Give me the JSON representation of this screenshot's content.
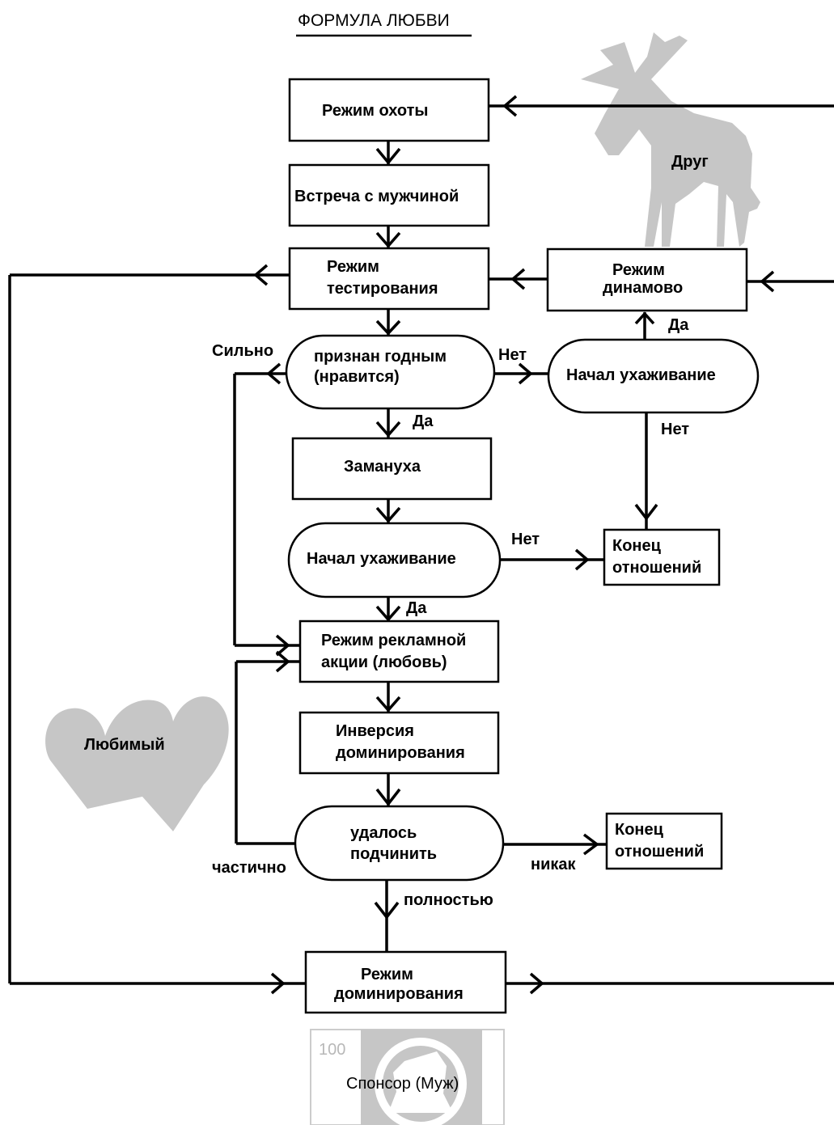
{
  "title": "ФОРМУЛА ЛЮБВИ",
  "nodes": {
    "hunt": "Режим охоты",
    "meet": "Встреча с мужчиной",
    "test_1": "Режим",
    "test_2": "тестирования",
    "dynamo_1": "Режим",
    "dynamo_2": "динамово",
    "fit_1": "признан годным",
    "fit_2": "(нравится)",
    "court_right": "Начал ухаживание",
    "lure": "Замануха",
    "court_left": "Начал ухаживание",
    "end1_1": "Конец",
    "end1_2": "отношений",
    "ad_1": "Режим рекламной",
    "ad_2": "акции (любовь)",
    "inv_1": "Инверсия",
    "inv_2": "доминирования",
    "sub_1": "удалось",
    "sub_2": "подчинить",
    "end2_1": "Конец",
    "end2_2": "отношений",
    "dom_1": "Режим",
    "dom_2": "доминирования"
  },
  "edges": {
    "strong": "Сильно",
    "no_1": "Нет",
    "yes_dynamo": "Да",
    "yes_lure": "Да",
    "no_2": "Нет",
    "no_3": "Нет",
    "yes_ad": "Да",
    "partial": "частично",
    "never": "никак",
    "fully": "полностью"
  },
  "figures": {
    "goat_label": "Друг",
    "goat_icon": "goat-silhouette",
    "hearts_label": "Любимый",
    "hearts_icon": "two-hearts",
    "sponsor_label": "Спонсор (Муж)",
    "sponsor_number": "100",
    "sponsor_icon": "coin-portrait"
  },
  "colors": {
    "line": "#000000",
    "figure_gray": "#c6c6c6",
    "background": "#ffffff"
  }
}
